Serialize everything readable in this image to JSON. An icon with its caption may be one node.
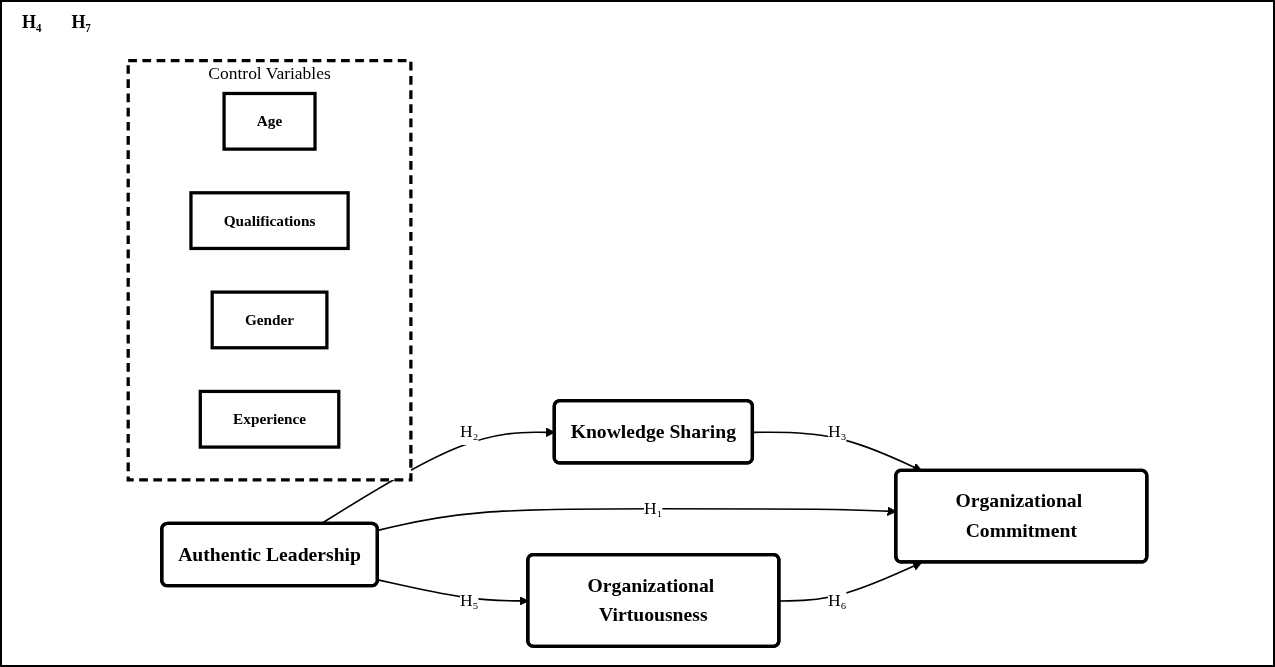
{
  "diagram": {
    "nodes": [
      {
        "text": [
          "Authentic Leadership"
        ]
      },
      {
        "text": [
          "Knowledge Sharing"
        ]
      },
      {
        "text": [
          "Organizational Commitment"
        ]
      },
      {
        "text": [
          "Organizational Virtuousness"
        ]
      },
      {
        "text": [
          "Control Variables"
        ]
      },
      {
        "text": [
          "Age"
        ],
        "in": 4
      },
      {
        "text": [
          "Qualifications"
        ],
        "in": 4
      },
      {
        "text": [
          "Gender"
        ],
        "in": 4
      },
      {
        "text": [
          "Experience"
        ],
        "in": 4
      }
    ],
    "edges": [
      {
        "from": 0,
        "to": 1,
        "arrow": "to",
        "label": "H₂"
      },
      {
        "from": 1,
        "to": 2,
        "arrow": "to",
        "label": "H₃"
      },
      {
        "from": 0,
        "to": 2,
        "arrow": "to",
        "label": "H₁"
      },
      {
        "from": 0,
        "to": 3,
        "arrow": "to",
        "label": "H₅"
      },
      {
        "from": 3,
        "to": 2,
        "arrow": "to",
        "label": "H₆"
      }
    ],
    "labels": [
      "H₄",
      "H₇"
    ]
  }
}
